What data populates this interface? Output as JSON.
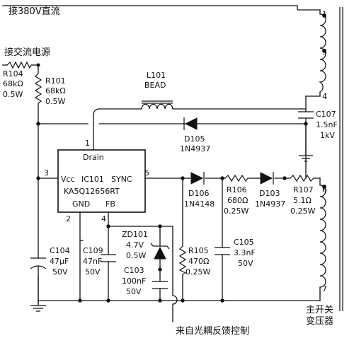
{
  "labels": {
    "dc_380v": "接380V直流",
    "ac_power": "接交流电源",
    "feedback": "来自光耦反馈控制",
    "transformer_l1": "主开关",
    "transformer_l2": "变压器"
  },
  "ic": {
    "name": "IC101",
    "part": "KA5Q12656RT",
    "pins": {
      "drain": "Drain",
      "vcc": "Vcc",
      "sync": "SYNC",
      "gnd": "GND",
      "fb": "FB"
    },
    "pin_numbers": {
      "drain": "1",
      "vcc": "3",
      "sync": "5",
      "gnd": "2",
      "fb": "4"
    }
  },
  "transformer_pins": {
    "p1": "1",
    "p3": "3",
    "p4": "4",
    "p6": "6",
    "p7": "7"
  },
  "components": {
    "r104": {
      "ref": "R104",
      "value": "68kΩ",
      "rating": "0.5W"
    },
    "r101": {
      "ref": "R101",
      "value": "68kΩ",
      "rating": "0.5W"
    },
    "l101": {
      "ref": "L101",
      "value": "BEAD"
    },
    "c107": {
      "ref": "C107",
      "value": "1.5nF",
      "rating": "1kV"
    },
    "d105": {
      "ref": "D105",
      "value": "1N4937"
    },
    "d106": {
      "ref": "D106",
      "value": "1N4148"
    },
    "r106": {
      "ref": "R106",
      "value": "680Ω",
      "rating": "0.25W"
    },
    "d103": {
      "ref": "D103",
      "value": "1N4937"
    },
    "r107": {
      "ref": "R107",
      "value": "5.1Ω",
      "rating": "0.25W"
    },
    "c104": {
      "ref": "C104",
      "value": "47μF",
      "rating": "50V"
    },
    "c109": {
      "ref": "C109",
      "value": "47nF",
      "rating": "50V"
    },
    "zd101": {
      "ref": "ZD101",
      "value": "4.7V",
      "rating": "0.5W"
    },
    "c103": {
      "ref": "C103",
      "value": "100nF",
      "rating": "50V"
    },
    "r105": {
      "ref": "R105",
      "value": "470Ω",
      "rating": "0.25W"
    },
    "c105": {
      "ref": "C105",
      "value": "3.3nF",
      "rating": "50V"
    }
  }
}
